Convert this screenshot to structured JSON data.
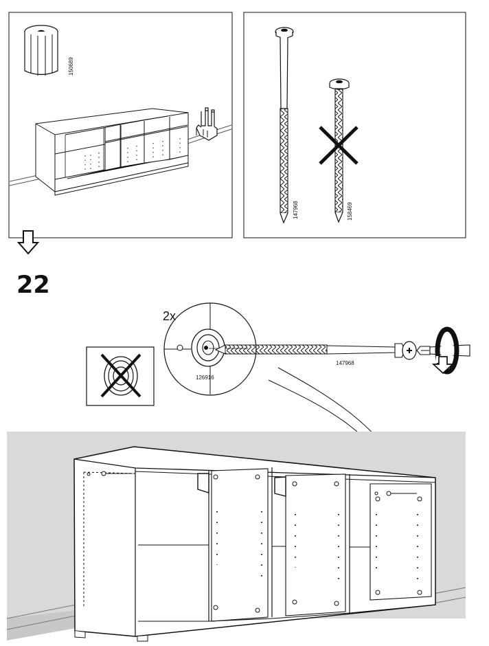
{
  "panels": {
    "left_part_number": "150689",
    "screw_long_part_number": "147968",
    "screw_short_part_number": "158469"
  },
  "step": {
    "number": "22",
    "quantity": "2x",
    "washer_part_number": "126916",
    "screw_part_number": "147968"
  },
  "icons": {
    "next_step": "down-arrow-icon",
    "tool": "screwdriver-icon",
    "rotation": "clockwise-arrow-icon",
    "prohibited": "cross-icon",
    "hand": "hand-icon"
  },
  "colors": {
    "line": "#111111",
    "wall": "#d9d9d9",
    "paper": "#ffffff",
    "floor_trim": "#c8c8c8"
  }
}
